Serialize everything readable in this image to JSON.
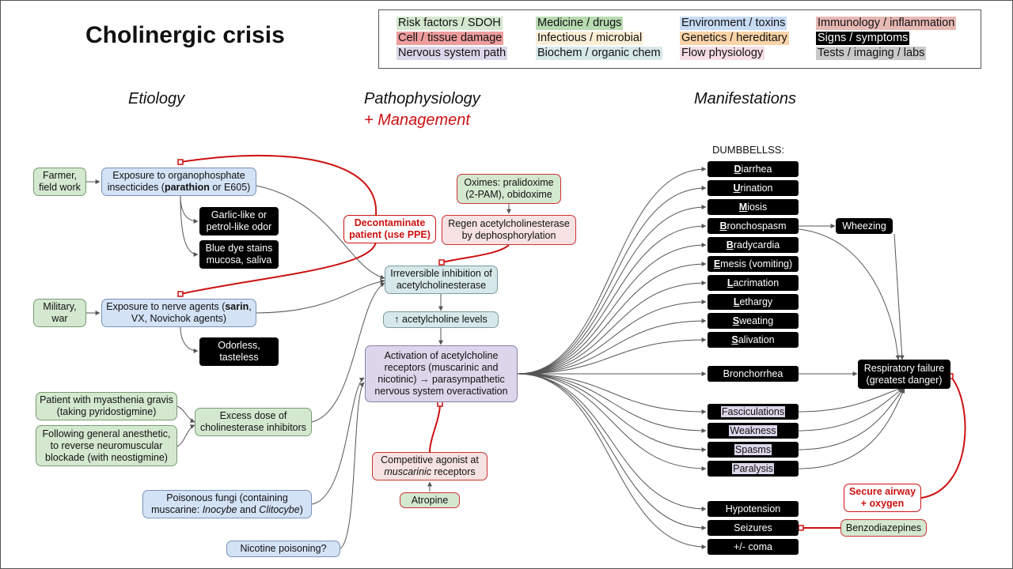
{
  "title": "Cholinergic crisis",
  "legend": [
    {
      "label": "Risk factors / SDOH",
      "bg": "#d4e8d0",
      "fg": "#111111"
    },
    {
      "label": "Medicine / drugs",
      "bg": "#b9dbb1",
      "fg": "#111111"
    },
    {
      "label": "Environment / toxins",
      "bg": "#c9dcf5",
      "fg": "#111111"
    },
    {
      "label": "Immunology / inflammation",
      "bg": "#e7b9b4",
      "fg": "#111111"
    },
    {
      "label": "Cell / tissue damage",
      "bg": "#ee9d9d",
      "fg": "#111111"
    },
    {
      "label": "Infectious / microbial",
      "bg": "#fcefd6",
      "fg": "#111111"
    },
    {
      "label": "Genetics / hereditary",
      "bg": "#fbd3a8",
      "fg": "#111111"
    },
    {
      "label": "Signs / symptoms",
      "bg": "#000000",
      "fg": "#ffffff"
    },
    {
      "label": "Nervous system path",
      "bg": "#dcd6ea",
      "fg": "#111111"
    },
    {
      "label": "Biochem / organic chem",
      "bg": "#d7e8ea",
      "fg": "#111111"
    },
    {
      "label": "Flow physiology",
      "bg": "#f6dde6",
      "fg": "#111111"
    },
    {
      "label": "Tests / imaging / labs",
      "bg": "#c9c9c9",
      "fg": "#111111"
    }
  ],
  "columns": {
    "etiology": "Etiology",
    "patho": "Pathophysiology",
    "management": "+ Management",
    "manifestations": "Manifestations"
  },
  "etiology": {
    "farmer": "Farmer, field work",
    "organo_pre": "Exposure to organophosphate insecticides (",
    "organo_bold": "parathion",
    "organo_post": " or E605)",
    "garlic": "Garlic-like or petrol-like odor",
    "bluedye": "Blue dye stains mucosa, saliva",
    "military": "Military, war",
    "nerve_pre": "Exposure to nerve agents (",
    "nerve_bold": "sarin",
    "nerve_post": ", VX, Novichok agents)",
    "odorless": "Odorless, tasteless",
    "myasthenia": "Patient with myasthenia gravis (taking pyridostigmine)",
    "anesthetic": "Following general anesthetic, to reverse neuromuscular blockade (with neostigmine)",
    "excess": "Excess dose of cholinesterase inhibitors",
    "fungi_pre": "Poisonous fungi (containing muscarine: ",
    "fungi_i1": "Inocybe",
    "fungi_mid": " and ",
    "fungi_i2": "Clitocybe",
    "fungi_post": ")",
    "nicotine": "Nicotine poisoning?"
  },
  "patho": {
    "decon": "Decontaminate patient (use PPE)",
    "oximes": "Oximes: pralidoxime (2-PAM), obidoxime",
    "regen": "Regen acetylcholinesterase by dephosphorylation",
    "irreversible": "Irreversible inhibition of acetylcholinesterase",
    "levels": "↑ acetylcholine levels",
    "activation": "Activation of acetylcholine receptors (muscarinic and nicotinic) → parasympathetic nervous system overactivation",
    "competitive_pre": "Competitive agonist at",
    "competitive_it": "muscarinic",
    "competitive_post": " receptors",
    "atropine": "Atropine"
  },
  "manifest": {
    "dumbbellss": "DUMBBELLSS:",
    "mnemonic": [
      {
        "first": "D",
        "rest": "iarrhea"
      },
      {
        "first": "U",
        "rest": "rination"
      },
      {
        "first": "M",
        "rest": "iosis"
      },
      {
        "first": "B",
        "rest": "ronchospasm"
      },
      {
        "first": "B",
        "rest": "radycardia"
      },
      {
        "first": "E",
        "rest": "mesis (vomiting)"
      },
      {
        "first": "L",
        "rest": "acrimation"
      },
      {
        "first": "L",
        "rest": "ethargy"
      },
      {
        "first": "S",
        "rest": "weating"
      },
      {
        "first": "S",
        "rest": "alivation"
      }
    ],
    "wheezing": "Wheezing",
    "bronchorrhea": "Bronchorrhea",
    "nicotinic": [
      "Fasciculations",
      "Weakness",
      "Spasms",
      "Paralysis"
    ],
    "cns": [
      "Hypotension",
      "Seizures",
      "+/- coma"
    ],
    "respfail": "Respiratory failure (greatest danger)",
    "airway": "Secure airway + oxygen",
    "benzo": "Benzodiazepines"
  }
}
